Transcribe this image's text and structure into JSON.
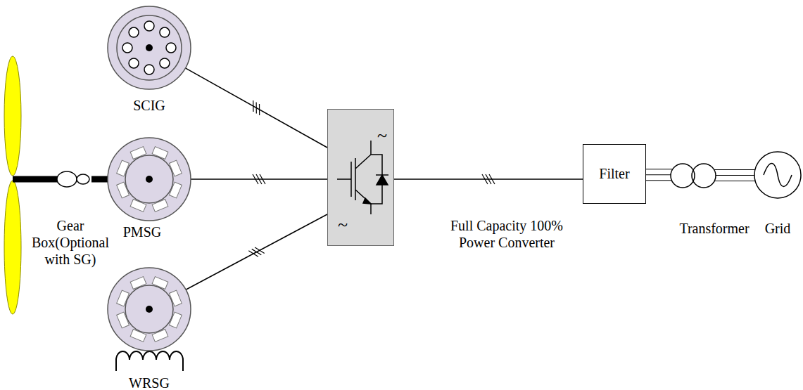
{
  "diagram": {
    "nodes": [
      {
        "text": [
          "SCIG"
        ]
      },
      {
        "text": [
          "PMSG"
        ]
      },
      {
        "text": [
          "WRSG"
        ]
      },
      {
        "text": [
          "Gear Box(Optional with SG)"
        ]
      },
      {
        "text": [
          "~",
          "~",
          "Full Capacity 100% Power Converter"
        ]
      },
      {
        "text": [
          "Filter"
        ]
      },
      {
        "text": [
          "Transformer"
        ]
      },
      {
        "text": [
          "Grid"
        ]
      }
    ],
    "edges": [
      {
        "from": 0,
        "to": 4,
        "arrow": "none"
      },
      {
        "from": 1,
        "to": 4,
        "arrow": "none"
      },
      {
        "from": 2,
        "to": 4,
        "arrow": "none"
      },
      {
        "from": 3,
        "to": 1,
        "arrow": "none"
      },
      {
        "from": 4,
        "to": 5,
        "arrow": "none"
      },
      {
        "from": 5,
        "to": 6,
        "arrow": "none"
      },
      {
        "from": 6,
        "to": 7,
        "arrow": "none"
      }
    ]
  }
}
